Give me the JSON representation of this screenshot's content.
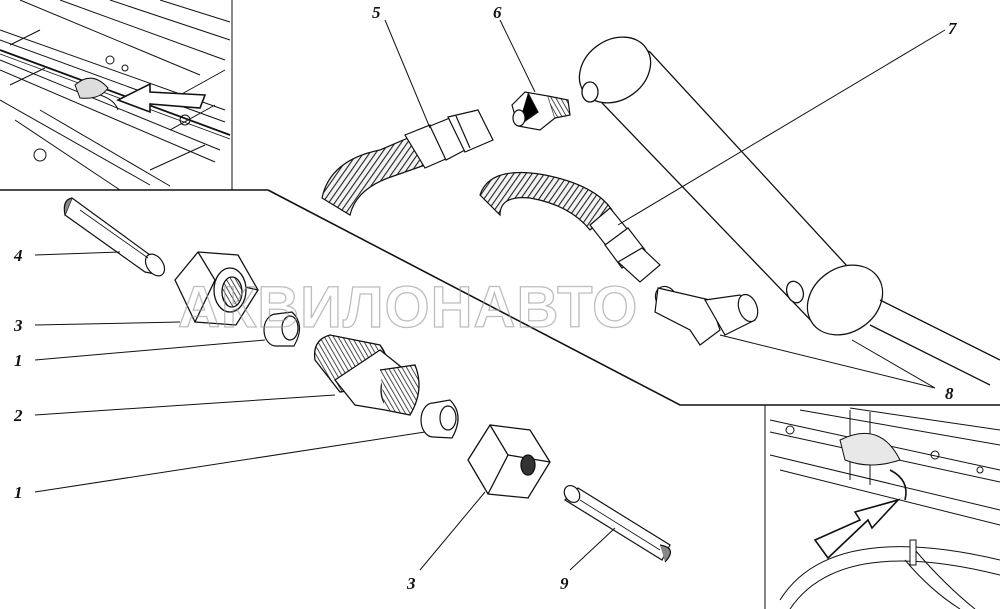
{
  "watermark": "АКВИЛОНАВТО",
  "callouts": [
    {
      "id": "c5",
      "text": "5"
    },
    {
      "id": "c6",
      "text": "6"
    },
    {
      "id": "c7",
      "text": "7"
    },
    {
      "id": "c4",
      "text": "4"
    },
    {
      "id": "c3a",
      "text": "3"
    },
    {
      "id": "c1a",
      "text": "1"
    },
    {
      "id": "c2",
      "text": "2"
    },
    {
      "id": "c1b",
      "text": "1"
    },
    {
      "id": "c8",
      "text": "8"
    },
    {
      "id": "c3b",
      "text": "3"
    },
    {
      "id": "c9",
      "text": "9"
    }
  ],
  "colors": {
    "ink": "#111111",
    "background": "#ffffff",
    "watermark": "#9a9a9a"
  }
}
